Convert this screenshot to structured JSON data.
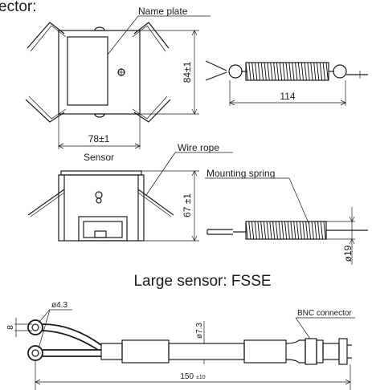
{
  "header": {
    "text": "ector:"
  },
  "top_view": {
    "name_plate": "Name plate",
    "height_dim": "84±1",
    "width_dim": "78±1",
    "sensor_label": "Sensor",
    "spring_length": "114"
  },
  "side_view": {
    "wire_rope": "Wire rope",
    "mounting_spring": "Mounting spring",
    "height_dim": "67 ±1",
    "spring_dia": "ø19"
  },
  "caption": "Large sensor: FSSE",
  "cable": {
    "hole_dia": "ø4.3",
    "spacing": "8",
    "cable_dia": "ø7.3",
    "connector": "BNC connector",
    "length": "150",
    "length_tol": "±10"
  }
}
